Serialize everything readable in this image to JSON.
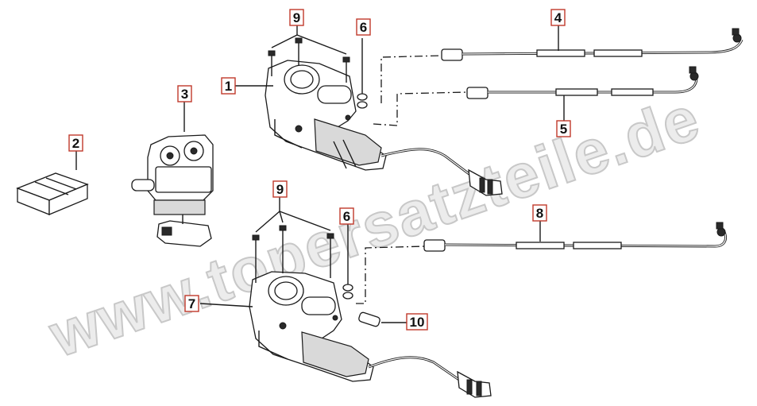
{
  "watermark": {
    "text": "www.topersatzteile.de"
  },
  "callouts": {
    "c1": "1",
    "c2": "2",
    "c3": "3",
    "c4": "4",
    "c5": "5",
    "c6a": "6",
    "c6b": "6",
    "c7": "7",
    "c8": "8",
    "c9a": "9",
    "c9b": "9",
    "c10": "10"
  },
  "colors": {
    "callout_border": "#c0392b",
    "line": "#1a1a1a",
    "watermark": "#c8c8c8"
  }
}
